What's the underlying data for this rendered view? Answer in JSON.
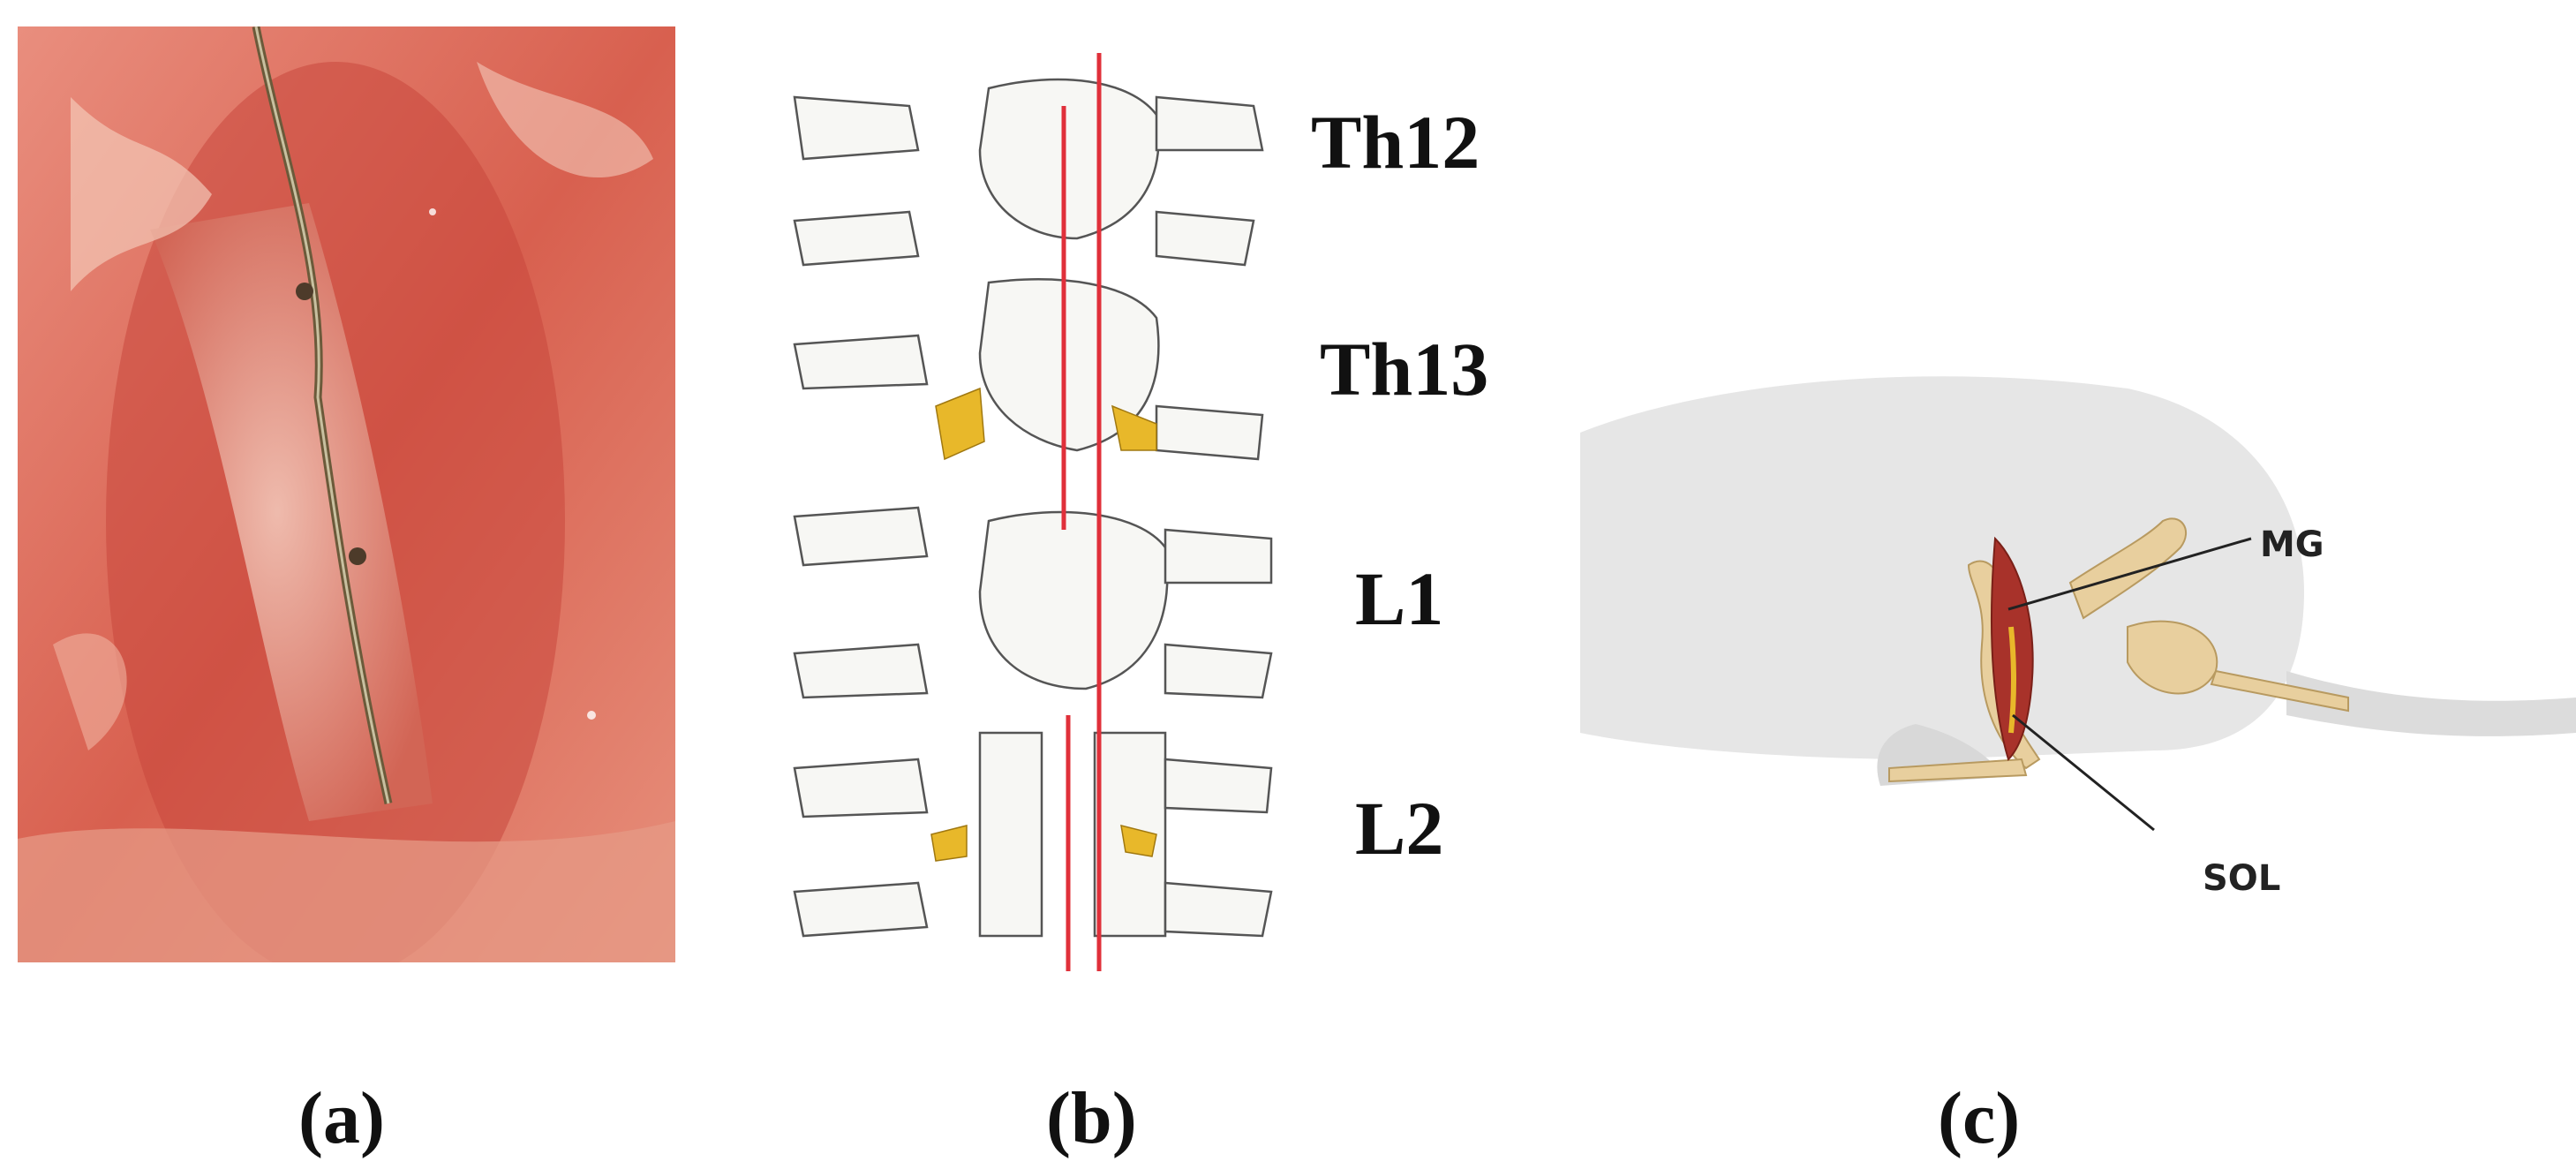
{
  "panels": [
    {
      "id": "a",
      "caption": "(a)"
    },
    {
      "id": "b",
      "caption": "(b)",
      "vertebra_labels": [
        "Th12",
        "Th13",
        "L1",
        "L2"
      ]
    },
    {
      "id": "c",
      "caption": "(c)",
      "muscle_labels": [
        "MG",
        "SOL"
      ]
    }
  ],
  "colors": {
    "tissue": "#d96a5a",
    "bone": "#e8cf9e",
    "nerve_root": "#e8b82a",
    "midline": "#e0303a",
    "muscle": "#a8322a"
  }
}
